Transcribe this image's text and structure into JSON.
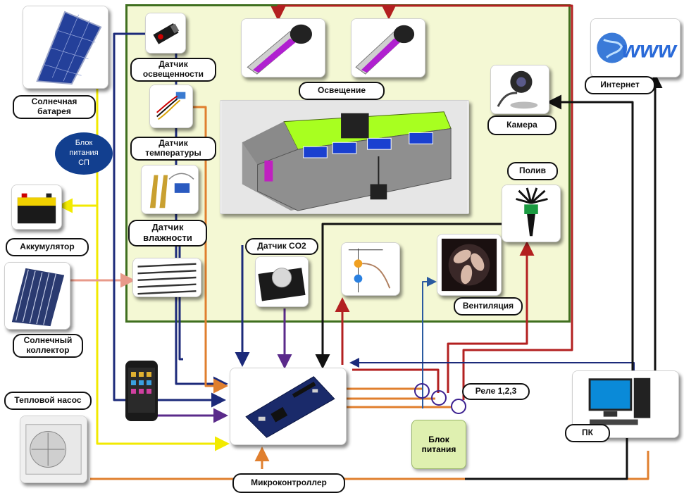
{
  "labels": {
    "solar_battery": "Солнечная\nбатарея",
    "power_block_sp": "Блок\nпитания\nСП",
    "accumulator": "Аккумулятор",
    "solar_collector": "Солнечный\nколлектор",
    "heat_pump": "Тепловой насос",
    "light_sensor": "Датчик\nосвещенности",
    "temp_sensor": "Датчик\nтемпературы",
    "humidity_sensor": "Датчик\nвлажности",
    "co2_sensor": "Датчик CO2",
    "lighting": "Освещение",
    "internet": "Интернет",
    "camera": "Камера",
    "watering": "Полив",
    "ventilation": "Вентиляция",
    "relay": "Реле 1,2,3",
    "power_block": "Блок\nпитания",
    "pc": "ПК",
    "microcontroller": "Микроконтроллер",
    "www": "www"
  },
  "colors": {
    "power_line": "#f2ea00",
    "heat_line": "#e07f2e",
    "control_line": "#b32020",
    "data_line": "#1c2a7a",
    "signal_line": "#5a2a8a",
    "network_line": "#111111",
    "frame_border": "#3f6f1f",
    "frame_fill": "#f4f8d4"
  }
}
